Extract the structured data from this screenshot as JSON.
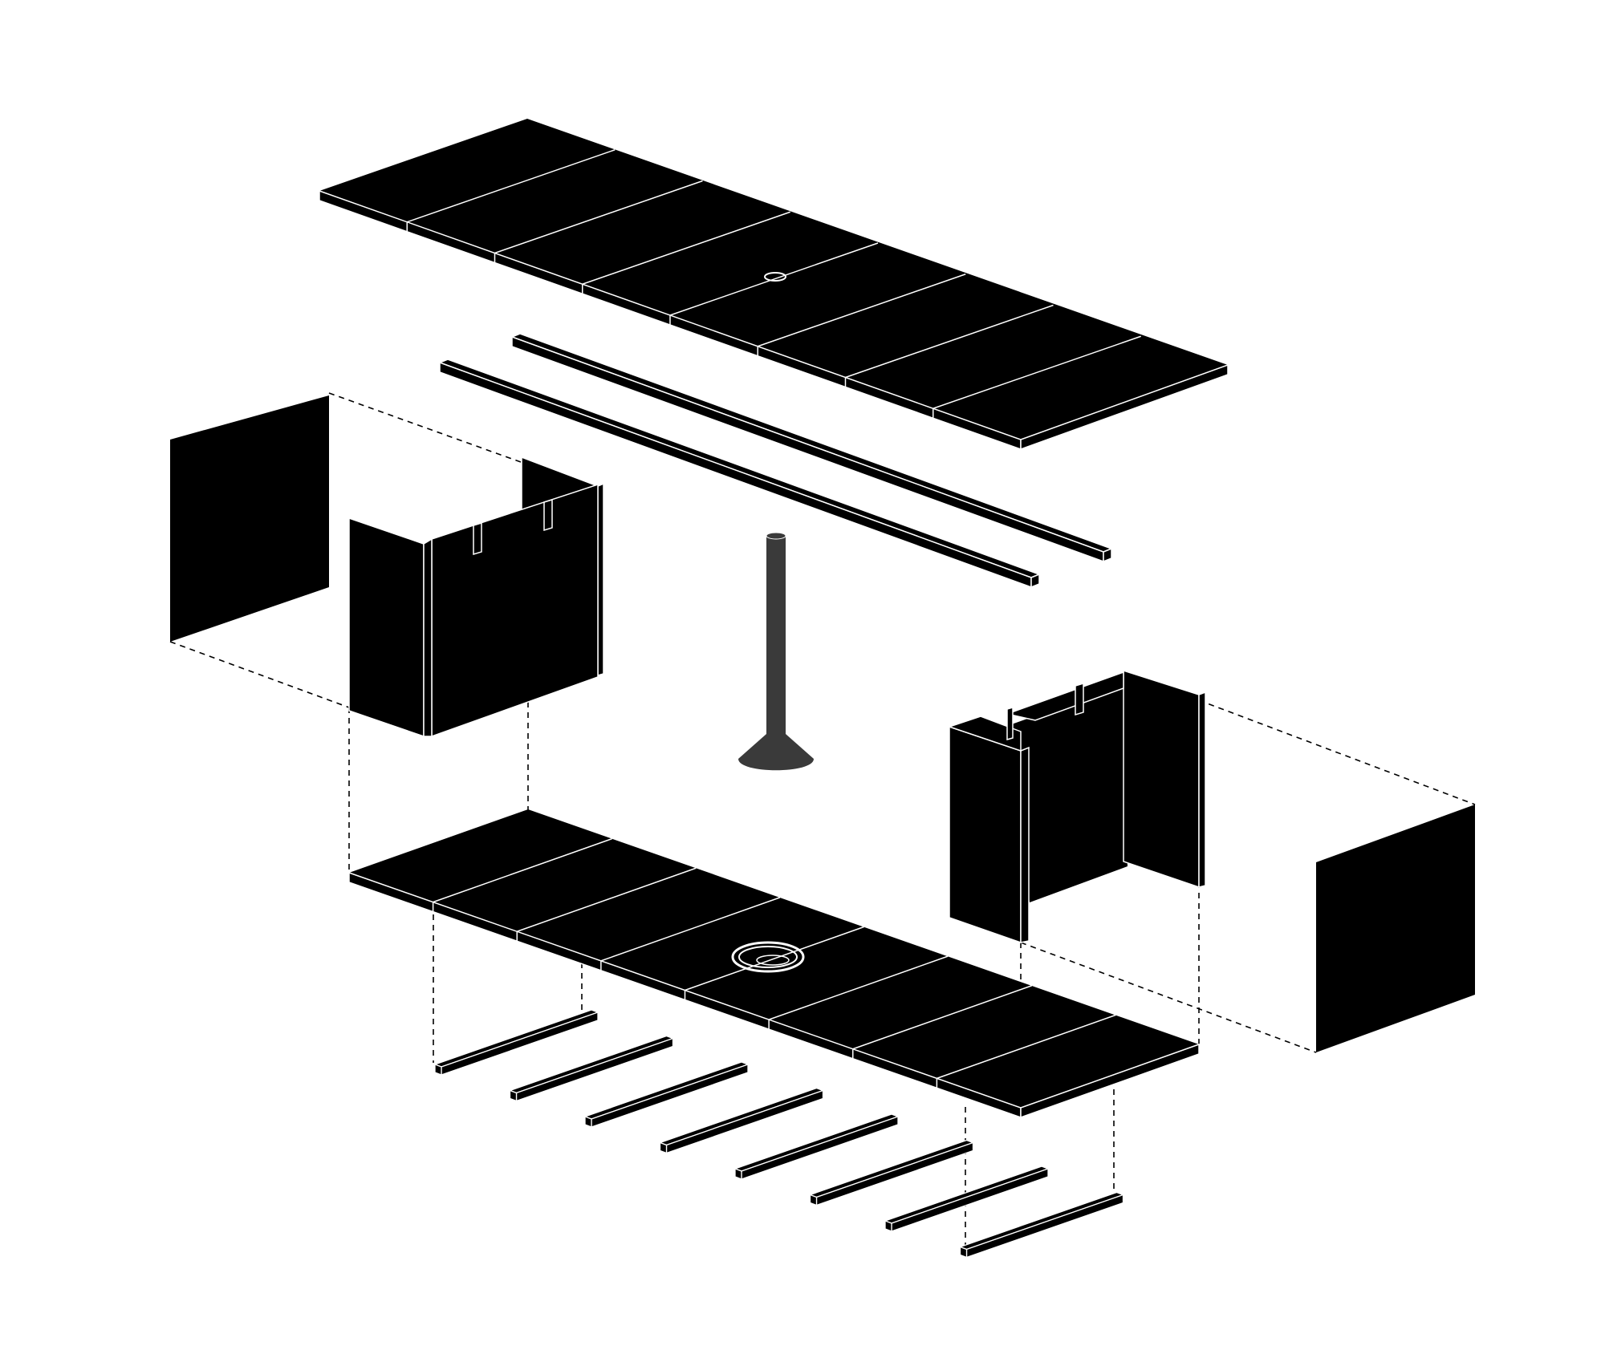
{
  "diagram": {
    "kind": "exploded-axonometric",
    "labels": [],
    "colors": {
      "background": "#ffffff",
      "solid": "#000000",
      "edge": "#ffffff",
      "pole": "#3a3a3a",
      "guide": "#000000"
    },
    "parts": [
      {
        "name": "top-panel",
        "slats": 8,
        "has_center_hole": true
      },
      {
        "name": "long-rails",
        "count": 2
      },
      {
        "name": "left-end-panel"
      },
      {
        "name": "left-frame-bracket",
        "notches": 2
      },
      {
        "name": "center-pole"
      },
      {
        "name": "right-frame-bracket",
        "notches": 2
      },
      {
        "name": "right-end-panel"
      },
      {
        "name": "bottom-panel",
        "slats": 8,
        "has_center_ring": true
      },
      {
        "name": "cross-battens",
        "count": 8
      }
    ]
  }
}
